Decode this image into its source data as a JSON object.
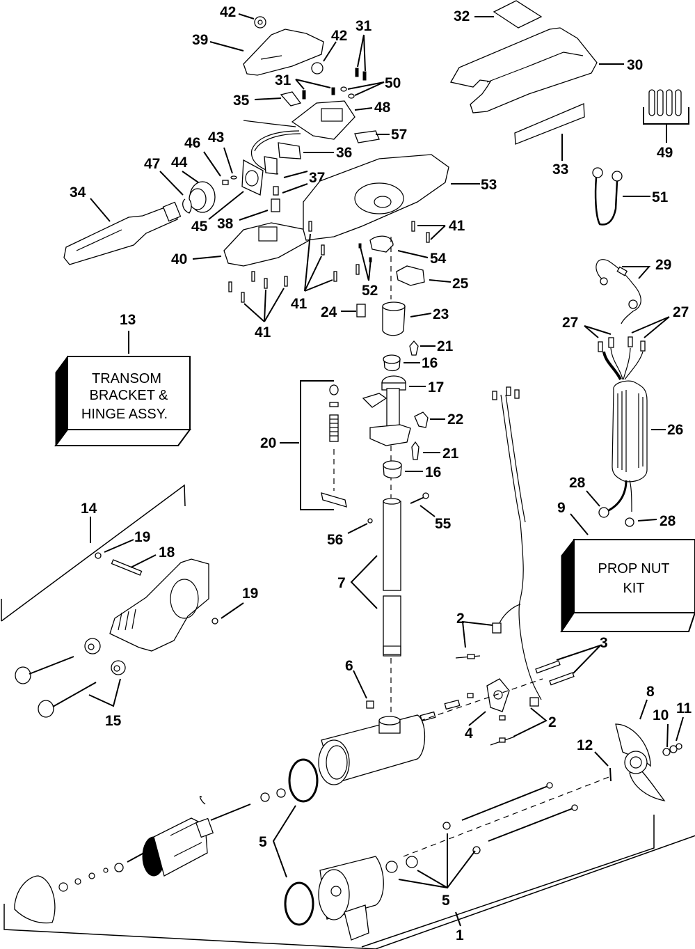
{
  "title": "Trolling motor exploded parts diagram",
  "boxes": {
    "transom": {
      "number": "13",
      "lines": [
        "TRANSOM",
        "BRACKET &",
        "HINGE ASSY."
      ]
    },
    "propnut": {
      "number": "9",
      "lines": [
        "PROP NUT",
        "KIT"
      ]
    }
  },
  "callouts": {
    "c1": "1",
    "c2a": "2",
    "c2b": "2",
    "c3": "3",
    "c4": "4",
    "c5a": "5",
    "c5b": "5",
    "c6": "6",
    "c7": "7",
    "c8": "8",
    "c10": "10",
    "c11": "11",
    "c12": "12",
    "c14": "14",
    "c15": "15",
    "c16a": "16",
    "c16b": "16",
    "c17": "17",
    "c18": "18",
    "c19a": "19",
    "c19b": "19",
    "c20": "20",
    "c21a": "21",
    "c21b": "21",
    "c22": "22",
    "c23": "23",
    "c24": "24",
    "c25": "25",
    "c26": "26",
    "c27a": "27",
    "c27b": "27",
    "c28a": "28",
    "c28b": "28",
    "c29": "29",
    "c30": "30",
    "c31a": "31",
    "c31b": "31",
    "c32": "32",
    "c33": "33",
    "c34": "34",
    "c35": "35",
    "c36": "36",
    "c37": "37",
    "c38": "38",
    "c39": "39",
    "c40": "40",
    "c41a": "41",
    "c41b": "41",
    "c41c": "41",
    "c42a": "42",
    "c42b": "42",
    "c43": "43",
    "c44": "44",
    "c45": "45",
    "c46": "46",
    "c47": "47",
    "c48": "48",
    "c49": "49",
    "c50": "50",
    "c51": "51",
    "c52": "52",
    "c53": "53",
    "c54": "54",
    "c55": "55",
    "c56": "56",
    "c57": "57"
  }
}
